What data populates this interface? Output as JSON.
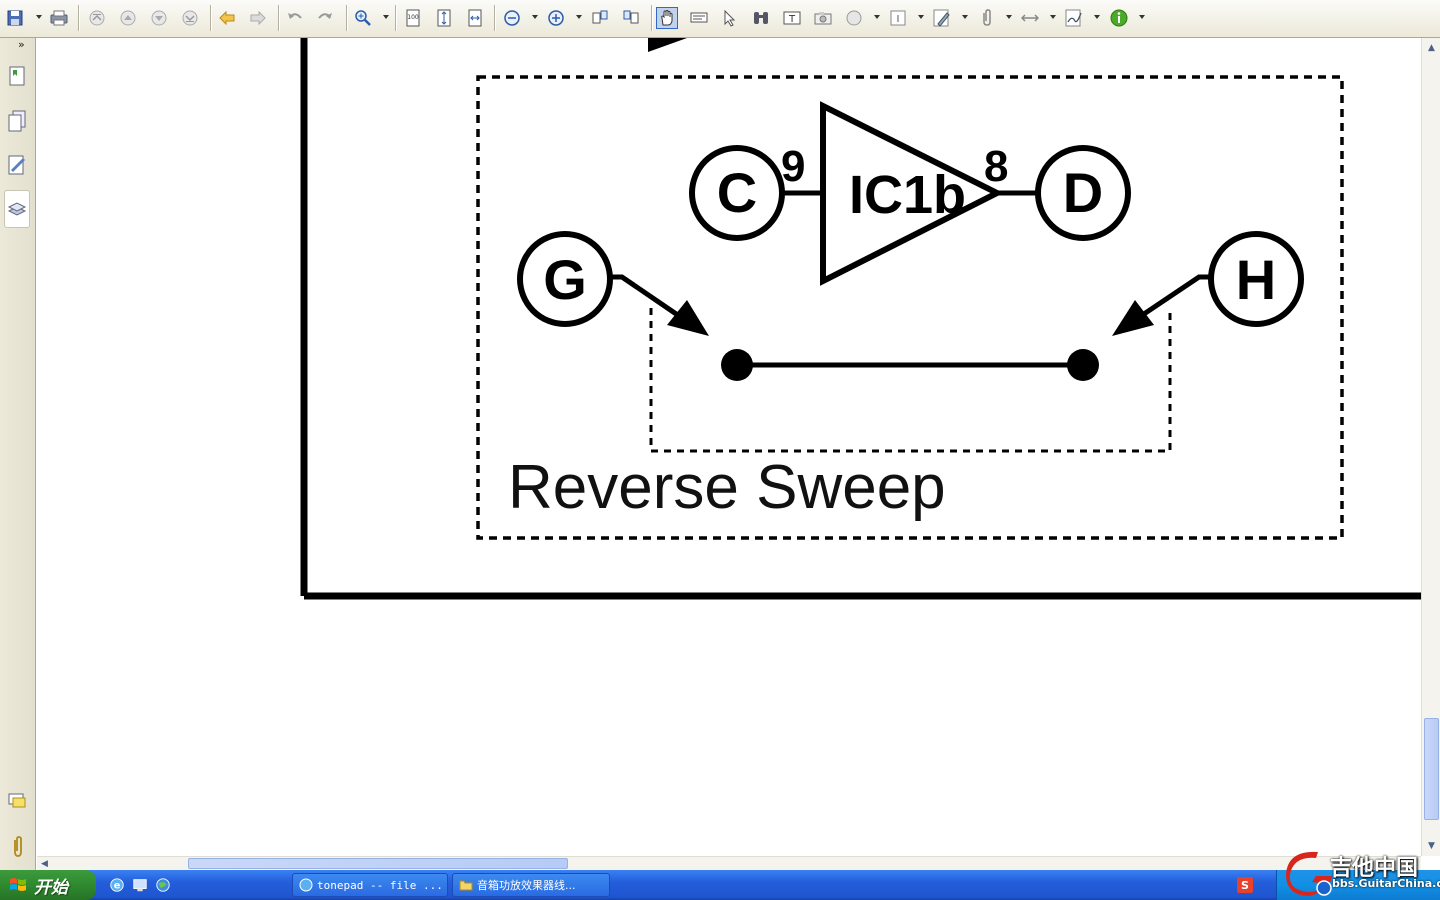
{
  "toolbar": {
    "buttons": [
      "save-icon",
      "print-icon",
      "first-page-icon",
      "prev-page-icon",
      "next-page-icon",
      "last-page-icon",
      "back-icon",
      "forward-icon",
      "undo-icon",
      "redo-icon",
      "zoom-in-icon",
      "actual-size-icon",
      "fit-page-icon",
      "fit-width-icon",
      "zoom-out-icon",
      "zoom-plus-icon",
      "rotate-left-icon",
      "rotate-right-icon",
      "hand-tool-icon",
      "select-text-icon",
      "select-arrow-icon",
      "find-icon",
      "text-box-icon",
      "snapshot-icon",
      "circle-icon",
      "text-edit-icon",
      "pencil-icon",
      "attach-icon",
      "measure-icon",
      "sign-icon",
      "info-icon"
    ]
  },
  "nav_panel": {
    "icons": [
      "bookmarks-icon",
      "pages-icon",
      "signatures-icon",
      "layers-icon",
      "comments-icon",
      "attachments-icon"
    ]
  },
  "document": {
    "nodes": {
      "c": "C",
      "d": "D",
      "g": "G",
      "h": "H"
    },
    "opamp_label": "IC1b",
    "pin_in": "9",
    "pin_out": "8",
    "section_label": "Reverse Sweep"
  },
  "taskbar": {
    "start_label": "开始",
    "tasks": [
      {
        "label": "tonepad -- file ..."
      },
      {
        "label": "音箱功放效果器线..."
      }
    ],
    "tray_badge": "S"
  },
  "watermark": {
    "title": "吉他中国",
    "url": "bbs.GuitarChina.com"
  }
}
